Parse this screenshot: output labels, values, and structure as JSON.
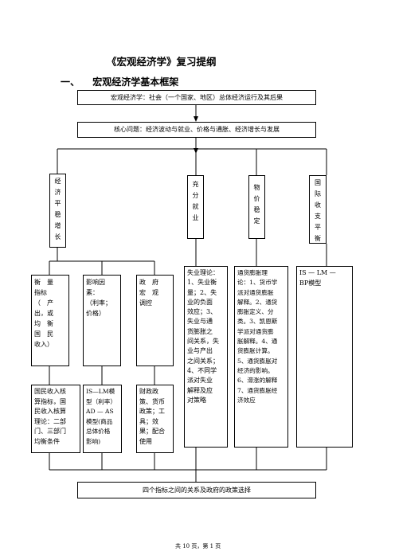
{
  "title": "《宏观经济学》复习提纲",
  "section": {
    "number": "一、",
    "heading": "宏观经济学基本框架"
  },
  "top_box": "宏观经济学：社会（一个国家、地区）总体经济运行及其后果",
  "core_box": "核心问题：经济波动与就业、价格与通胀、经济增长与发展",
  "goals": {
    "stability": "经\n济\n平\n稳\n增\n长",
    "employment": "充\n分\n就\n业",
    "price": "物\n价\n稳\n定",
    "balance": "国\n际\n收\n支\n平\n衡"
  },
  "level2": {
    "measure": "衡　量\n指标\n（　产\n出，或\n均　衡\n国　民\n收入）",
    "factors": "影响因\n素：\n（利率；\n价格）",
    "gov": "政　府\n宏　观\n调控"
  },
  "level3": {
    "measure": "国民收入核\n算指标，国\n民收入核算\n理论：二部\n门、三部门\n均衡条件",
    "factors": "IS—LM模\n型（利率）\nAD — AS\n模型(商品\n总体价格\n影响)",
    "gov": "财政政\n策、货币\n政策；工\n具；效\n果；配合\n使用"
  },
  "details": {
    "unemployment": "失业理论：\n1、失业衡\n量；2、失\n业的负面\n效应；3、\n失业与通\n货膨胀之\n间关系，失\n业与产出\n之间关系；\n4、不同学\n派对失业\n解释及应\n对策略",
    "inflation": "通货膨胀理\n论：1、货币学\n派对通货膨胀\n解释。2、通货\n膨胀定义、分\n类。3、凯恩斯\n学派对通货膨\n胀解释。4、通\n货膨胀计算。\n5、通货膨胀对\n经济的影响。\n6、滞涨的解释\n7、通货膨胀经\n济效应",
    "bp": "IS — LM —\nBP模型"
  },
  "bottom_box": "四个指标之间的关系及政府的政策选择",
  "footer": "共 10 页，第 1 页"
}
